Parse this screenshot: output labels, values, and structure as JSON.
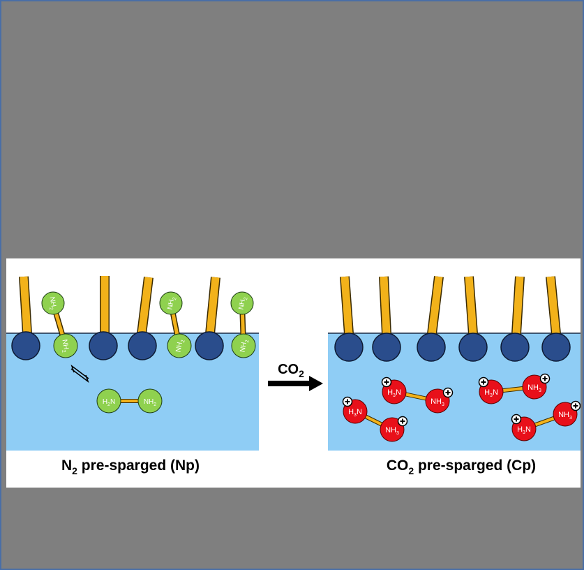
{
  "left_panel": {
    "caption": {
      "main": "N",
      "sub": "2",
      "rest": " pre-sparged (Np)"
    },
    "free_molecule": {
      "left_label": "H",
      "left_sub": "2",
      "left_tail": "N",
      "right_label": "NH",
      "right_sub": "2"
    }
  },
  "arrow": {
    "label": "CO",
    "label_sub": "2"
  },
  "right_panel": {
    "caption": {
      "main": "CO",
      "sub": "2",
      "rest": " pre-sparged (Cp)"
    },
    "ion_left": {
      "main": "H",
      "sub": "3",
      "tail": "N"
    },
    "ion_right": {
      "main": "NH",
      "sub": "3"
    },
    "charge_symbol": "+"
  },
  "colors": {
    "background": "#7f7f7f",
    "frame": "#4a6ea6",
    "water": "#8fcdf5",
    "head": "#2a4d8c",
    "tail": "#f2b21a",
    "amine_neutral": "#8fd14f",
    "amine_protonated": "#e8101a"
  }
}
